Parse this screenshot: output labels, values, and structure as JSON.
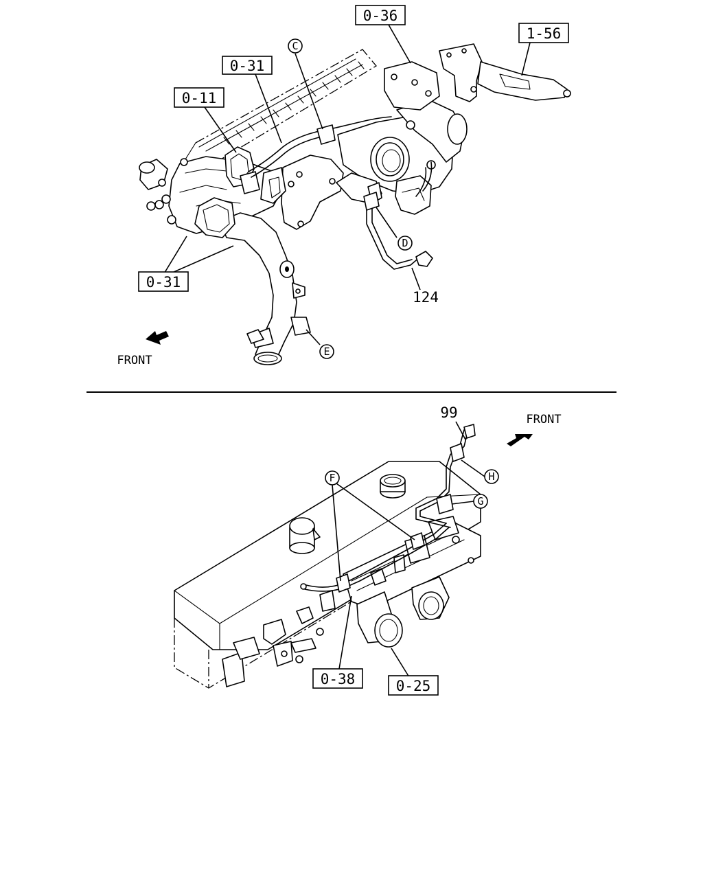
{
  "diagram": {
    "top": {
      "ref_boxes": [
        "0-36",
        "1-56",
        "0-31",
        "0-11",
        "0-31"
      ],
      "circle_labels": [
        "C",
        "D",
        "E"
      ],
      "part_numbers": [
        "124"
      ],
      "front_label": "FRONT"
    },
    "bottom": {
      "ref_boxes": [
        "0-38",
        "0-25"
      ],
      "circle_labels": [
        "F",
        "G",
        "H"
      ],
      "part_numbers": [
        "99"
      ],
      "front_label": "FRONT"
    }
  }
}
